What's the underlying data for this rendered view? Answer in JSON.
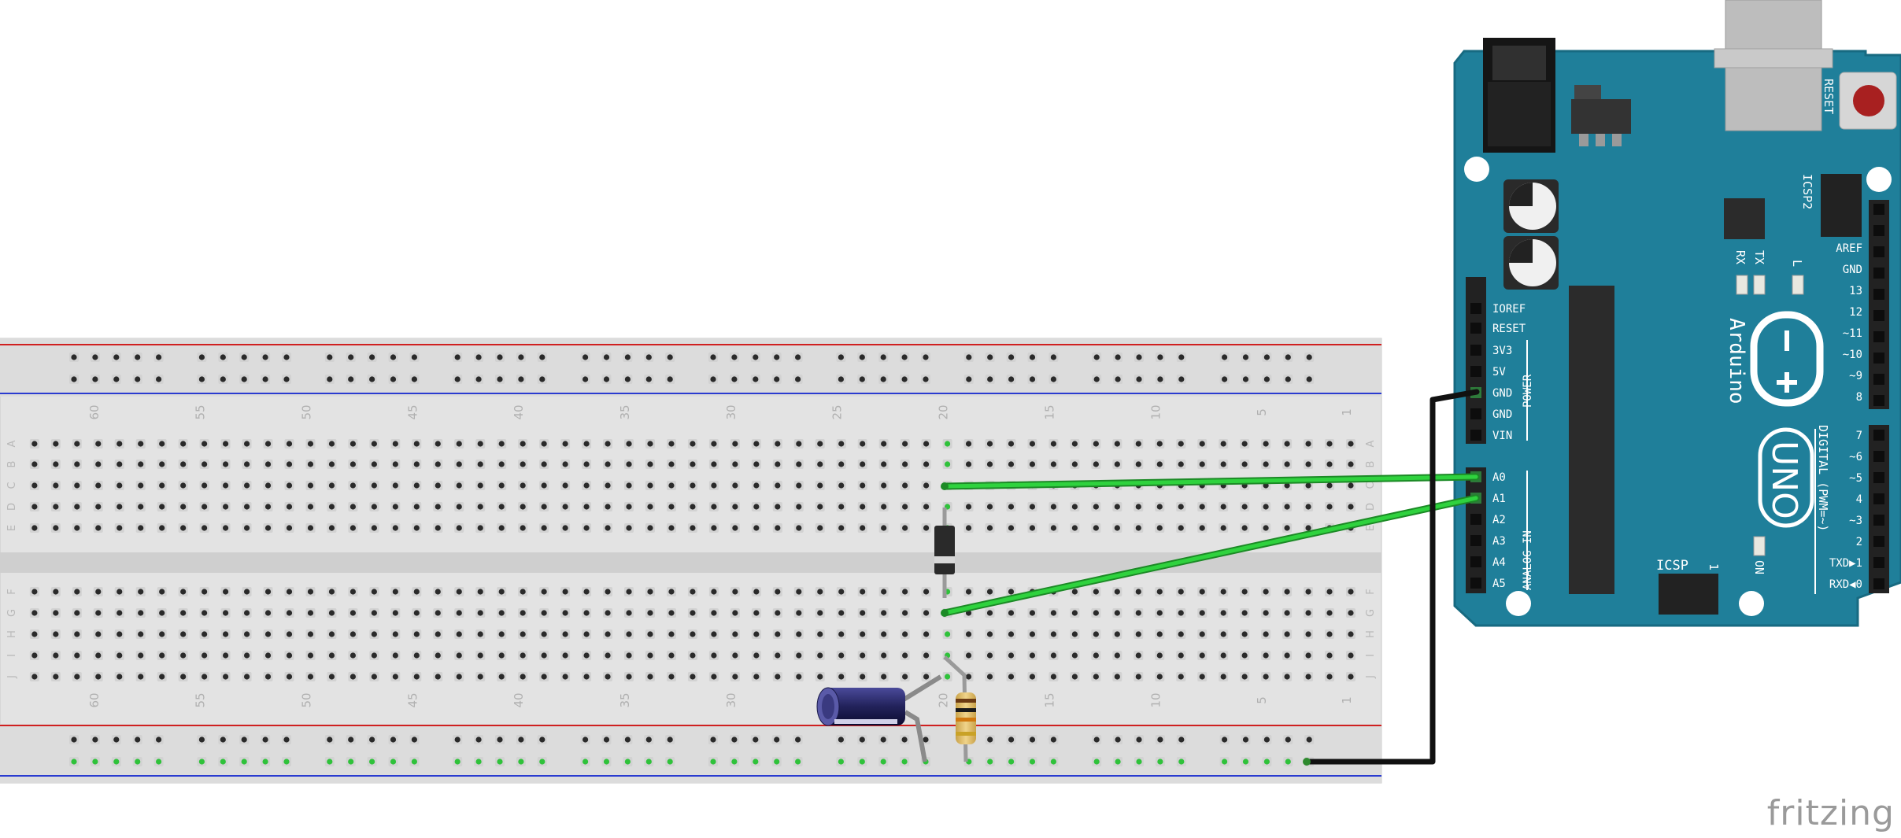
{
  "watermark": "fritzing",
  "breadboard": {
    "top_numbers": [
      "60",
      "55",
      "50",
      "45",
      "40",
      "35",
      "30",
      "25",
      "20",
      "15",
      "10",
      "5",
      "1"
    ],
    "bottom_numbers": [
      "60",
      "55",
      "50",
      "45",
      "40",
      "35",
      "30",
      "25",
      "20",
      "15",
      "10",
      "5",
      "1"
    ],
    "rows_top": [
      "A",
      "B",
      "C",
      "D",
      "E"
    ],
    "rows_bottom": [
      "F",
      "G",
      "H",
      "I",
      "J"
    ]
  },
  "arduino": {
    "brand": "Arduino",
    "model": "UNO",
    "reset_label": "RESET",
    "icsp2_label": "ICSP2",
    "icsp_label": "ICSP",
    "icsp_pin1": "1",
    "led_labels": [
      "TX",
      "RX",
      "L",
      "ON"
    ],
    "power_header_title": "POWER",
    "power_pins": [
      "IOREF",
      "RESET",
      "3V3",
      "5V",
      "GND",
      "GND",
      "VIN"
    ],
    "analog_header_title": "ANALOG IN",
    "analog_pins": [
      "A0",
      "A1",
      "A2",
      "A3",
      "A4",
      "A5"
    ],
    "digital_header_title": "DIGITAL (PWM=~)",
    "digital_pins_upper": [
      "AREF",
      "GND",
      "13",
      "12",
      "~11",
      "~10",
      "~9",
      "8"
    ],
    "digital_pins_lower": [
      "7",
      "~6",
      "~5",
      "4",
      "~3",
      "2",
      "TXD▶1",
      "RXD◀0"
    ]
  },
  "colors": {
    "board": "#1f7f9a",
    "wire_green": "#1fbf2f",
    "wire_black": "#1a1a1a",
    "rail_red": "#d02020",
    "rail_blue": "#2a3bd0",
    "breadboard": "#e2e2e2"
  }
}
